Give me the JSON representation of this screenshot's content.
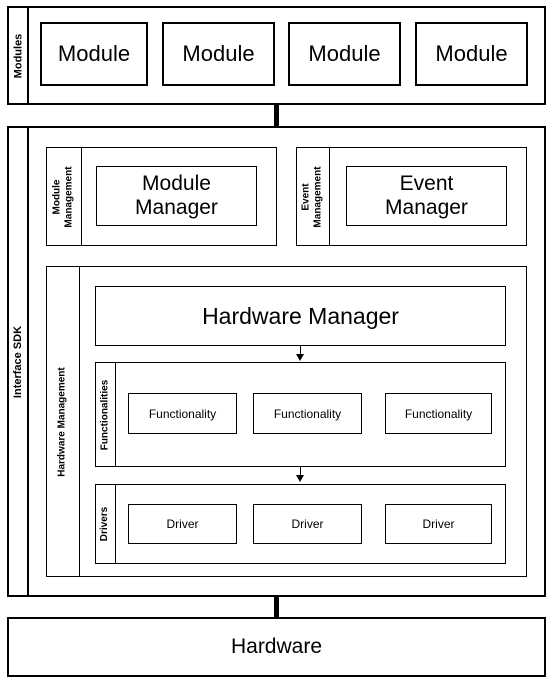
{
  "modules": {
    "label": "Modules",
    "items": [
      "Module",
      "Module",
      "Module",
      "Module"
    ]
  },
  "sdk": {
    "label": "Interface SDK",
    "module_management": {
      "label_line1": "Module",
      "label_line2": "Management",
      "box_line1": "Module",
      "box_line2": "Manager"
    },
    "event_management": {
      "label_line1": "Event",
      "label_line2": "Management",
      "box_line1": "Event",
      "box_line2": "Manager"
    },
    "hardware_management": {
      "label": "Hardware Management",
      "hardware_manager": "Hardware Manager",
      "functionalities": {
        "label": "Functionalities",
        "items": [
          "Functionality",
          "Functionality",
          "Functionality"
        ]
      },
      "drivers": {
        "label": "Drivers",
        "items": [
          "Driver",
          "Driver",
          "Driver"
        ]
      }
    }
  },
  "hardware": {
    "label": "Hardware"
  }
}
